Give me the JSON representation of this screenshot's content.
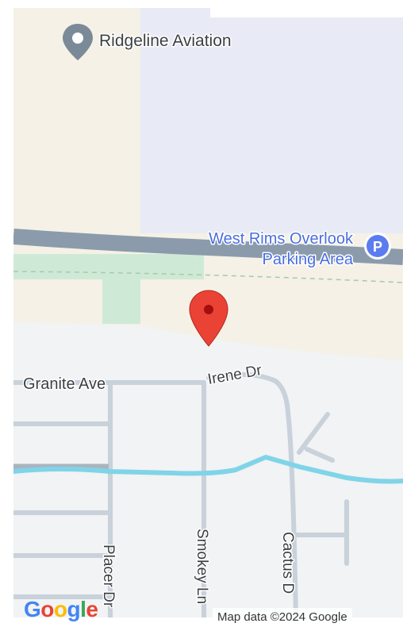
{
  "map": {
    "pois": [
      {
        "name": "Ridgeline Aviation",
        "icon": "place-marker-icon"
      },
      {
        "name_line1": "West Rims Overlook",
        "name_line2": "Parking Area",
        "icon": "parking-icon",
        "icon_glyph": "P"
      }
    ],
    "streets": {
      "granite": "Granite Ave",
      "irene": "Irene Dr",
      "placer": "Placer Dr",
      "smokey": "Smokey Ln",
      "cactus": "Cactus D"
    },
    "pin": {
      "icon": "location-pin-icon",
      "color": "#ea4335"
    }
  },
  "footer": {
    "logo": "Google",
    "attribution": "Map data ©2024 Google"
  },
  "colors": {
    "land": "#f1f3f4",
    "airport": "#e8eaf6",
    "developed": "#f5f1e6",
    "park": "#ceead6",
    "highway": "#8c9bab",
    "road": "#c9d1da",
    "water": "#80d4e8",
    "poi_text": "#3c4043",
    "transit_text": "#4a6ee0"
  }
}
